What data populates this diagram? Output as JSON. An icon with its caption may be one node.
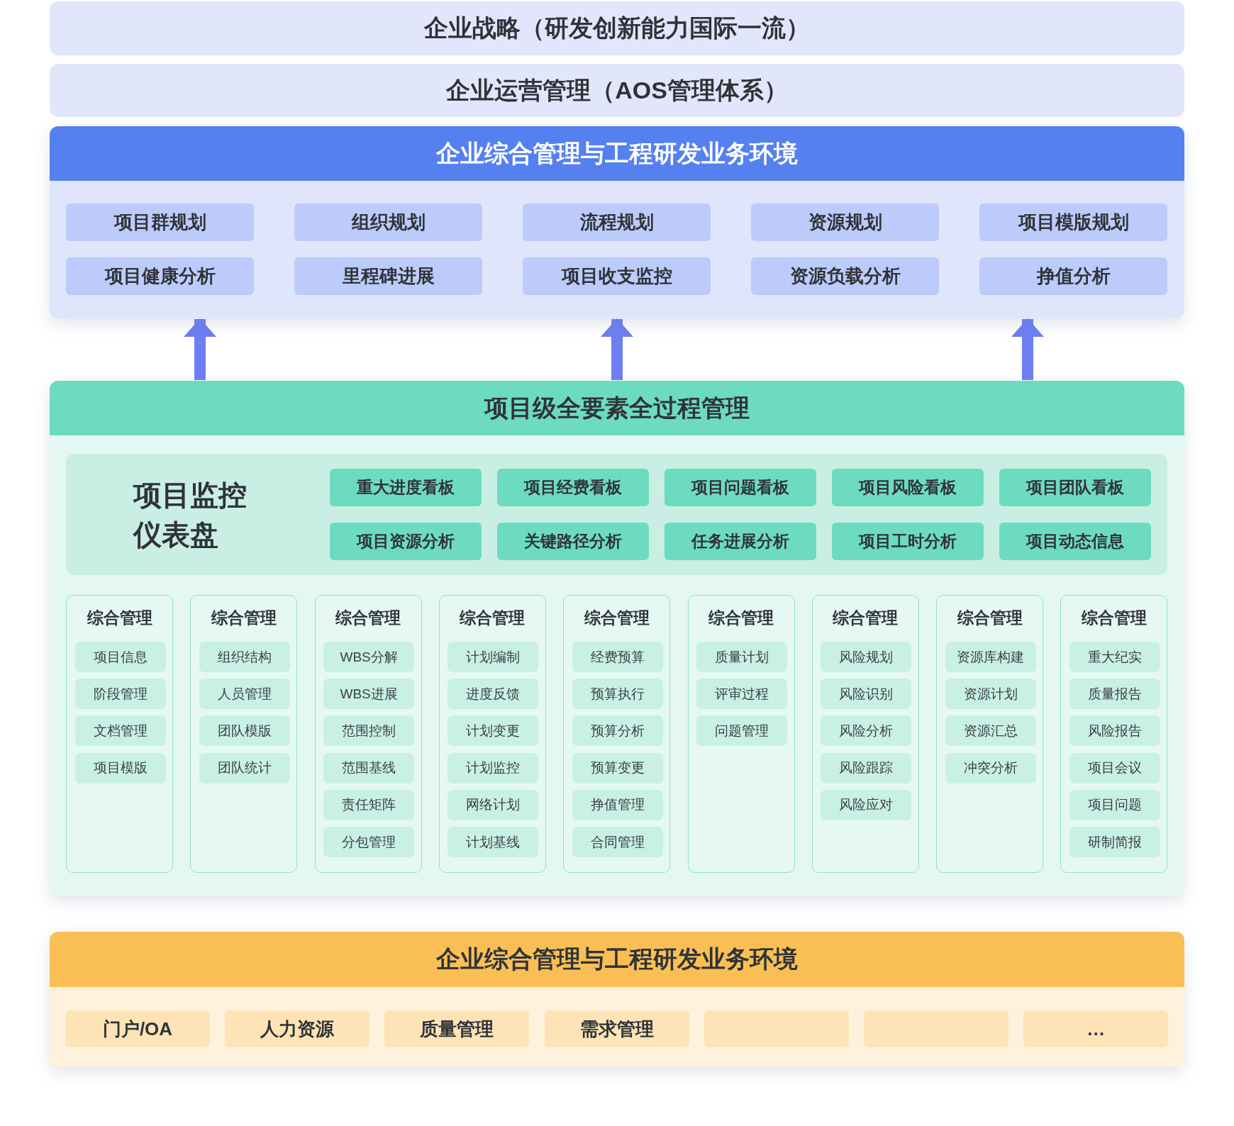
{
  "diagram": {
    "nodes": [
      {
        "text": [
          "企业战略（研发创新能力国际一流）"
        ]
      },
      {
        "text": [
          "企业运营管理（AOS管理体系）"
        ]
      },
      {
        "text": [
          "企业综合管理与工程研发业务环境"
        ]
      },
      {
        "text": [
          "项目群规划"
        ],
        "in": 2
      },
      {
        "text": [
          "组织规划"
        ],
        "in": 2
      },
      {
        "text": [
          "流程规划"
        ],
        "in": 2
      },
      {
        "text": [
          "资源规划"
        ],
        "in": 2
      },
      {
        "text": [
          "项目模版规划"
        ],
        "in": 2
      },
      {
        "text": [
          "项目健康分析"
        ],
        "in": 2
      },
      {
        "text": [
          "里程碑进展"
        ],
        "in": 2
      },
      {
        "text": [
          "项目收支监控"
        ],
        "in": 2
      },
      {
        "text": [
          "资源负载分析"
        ],
        "in": 2
      },
      {
        "text": [
          "挣值分析"
        ],
        "in": 2
      },
      {
        "text": [
          "项目级全要素全过程管理"
        ]
      },
      {
        "text": [
          "项目监控仪表盘"
        ],
        "in": 13
      },
      {
        "text": [
          "重大进度看板"
        ],
        "in": 14
      },
      {
        "text": [
          "项目经费看板"
        ],
        "in": 14
      },
      {
        "text": [
          "项目问题看板"
        ],
        "in": 14
      },
      {
        "text": [
          "项目风险看板"
        ],
        "in": 14
      },
      {
        "text": [
          "项目团队看板"
        ],
        "in": 14
      },
      {
        "text": [
          "项目资源分析"
        ],
        "in": 14
      },
      {
        "text": [
          "关键路径分析"
        ],
        "in": 14
      },
      {
        "text": [
          "任务进展分析"
        ],
        "in": 14
      },
      {
        "text": [
          "项目工时分析"
        ],
        "in": 14
      },
      {
        "text": [
          "项目动态信息"
        ],
        "in": 14
      },
      {
        "text": [
          "综合管理"
        ],
        "in": 13
      },
      {
        "text": [
          "项目信息"
        ],
        "in": 25
      },
      {
        "text": [
          "阶段管理"
        ],
        "in": 25
      },
      {
        "text": [
          "文档管理"
        ],
        "in": 25
      },
      {
        "text": [
          "项目模版"
        ],
        "in": 25
      },
      {
        "text": [
          "综合管理"
        ],
        "in": 13
      },
      {
        "text": [
          "组织结构"
        ],
        "in": 30
      },
      {
        "text": [
          "人员管理"
        ],
        "in": 30
      },
      {
        "text": [
          "团队模版"
        ],
        "in": 30
      },
      {
        "text": [
          "团队统计"
        ],
        "in": 30
      },
      {
        "text": [
          "综合管理"
        ],
        "in": 13
      },
      {
        "text": [
          "WBS分解"
        ],
        "in": 35
      },
      {
        "text": [
          "WBS进展"
        ],
        "in": 35
      },
      {
        "text": [
          "范围控制"
        ],
        "in": 35
      },
      {
        "text": [
          "范围基线"
        ],
        "in": 35
      },
      {
        "text": [
          "责任矩阵"
        ],
        "in": 35
      },
      {
        "text": [
          "分包管理"
        ],
        "in": 35
      },
      {
        "text": [
          "综合管理"
        ],
        "in": 13
      },
      {
        "text": [
          "计划编制"
        ],
        "in": 42
      },
      {
        "text": [
          "进度反馈"
        ],
        "in": 42
      },
      {
        "text": [
          "计划变更"
        ],
        "in": 42
      },
      {
        "text": [
          "计划监控"
        ],
        "in": 42
      },
      {
        "text": [
          "网络计划"
        ],
        "in": 42
      },
      {
        "text": [
          "计划基线"
        ],
        "in": 42
      },
      {
        "text": [
          "综合管理"
        ],
        "in": 13
      },
      {
        "text": [
          "经费预算"
        ],
        "in": 49
      },
      {
        "text": [
          "预算执行"
        ],
        "in": 49
      },
      {
        "text": [
          "预算分析"
        ],
        "in": 49
      },
      {
        "text": [
          "预算变更"
        ],
        "in": 49
      },
      {
        "text": [
          "挣值管理"
        ],
        "in": 49
      },
      {
        "text": [
          "合同管理"
        ],
        "in": 49
      },
      {
        "text": [
          "综合管理"
        ],
        "in": 13
      },
      {
        "text": [
          "质量计划"
        ],
        "in": 56
      },
      {
        "text": [
          "评审过程"
        ],
        "in": 56
      },
      {
        "text": [
          "问题管理"
        ],
        "in": 56
      },
      {
        "text": [
          "综合管理"
        ],
        "in": 13
      },
      {
        "text": [
          "风险规划"
        ],
        "in": 60
      },
      {
        "text": [
          "风险识别"
        ],
        "in": 60
      },
      {
        "text": [
          "风险分析"
        ],
        "in": 60
      },
      {
        "text": [
          "风险跟踪"
        ],
        "in": 60
      },
      {
        "text": [
          "风险应对"
        ],
        "in": 60
      },
      {
        "text": [
          "综合管理"
        ],
        "in": 13
      },
      {
        "text": [
          "资源库构建"
        ],
        "in": 66
      },
      {
        "text": [
          "资源计划"
        ],
        "in": 66
      },
      {
        "text": [
          "资源汇总"
        ],
        "in": 66
      },
      {
        "text": [
          "冲突分析"
        ],
        "in": 66
      },
      {
        "text": [
          "综合管理"
        ],
        "in": 13
      },
      {
        "text": [
          "重大纪实"
        ],
        "in": 71
      },
      {
        "text": [
          "质量报告"
        ],
        "in": 71
      },
      {
        "text": [
          "风险报告"
        ],
        "in": 71
      },
      {
        "text": [
          "项目会议"
        ],
        "in": 71
      },
      {
        "text": [
          "项目问题"
        ],
        "in": 71
      },
      {
        "text": [
          "研制简报"
        ],
        "in": 71
      },
      {
        "text": [
          "企业综合管理与工程研发业务环境"
        ]
      },
      {
        "text": [
          "门户/OA"
        ],
        "in": 78
      },
      {
        "text": [
          "人力资源"
        ],
        "in": 78
      },
      {
        "text": [
          "质量管理"
        ],
        "in": 78
      },
      {
        "text": [
          "需求管理"
        ],
        "in": 78
      },
      {
        "text": [],
        "shape": "box",
        "in": 78
      },
      {
        "text": [],
        "shape": "box",
        "in": 78
      },
      {
        "text": [
          "…"
        ],
        "in": 78
      }
    ],
    "edges": [
      {
        "from": 13,
        "to": 2,
        "arrow": "to"
      },
      {
        "from": 13,
        "to": 2,
        "arrow": "to"
      },
      {
        "from": 13,
        "to": 2,
        "arrow": "to"
      }
    ]
  }
}
